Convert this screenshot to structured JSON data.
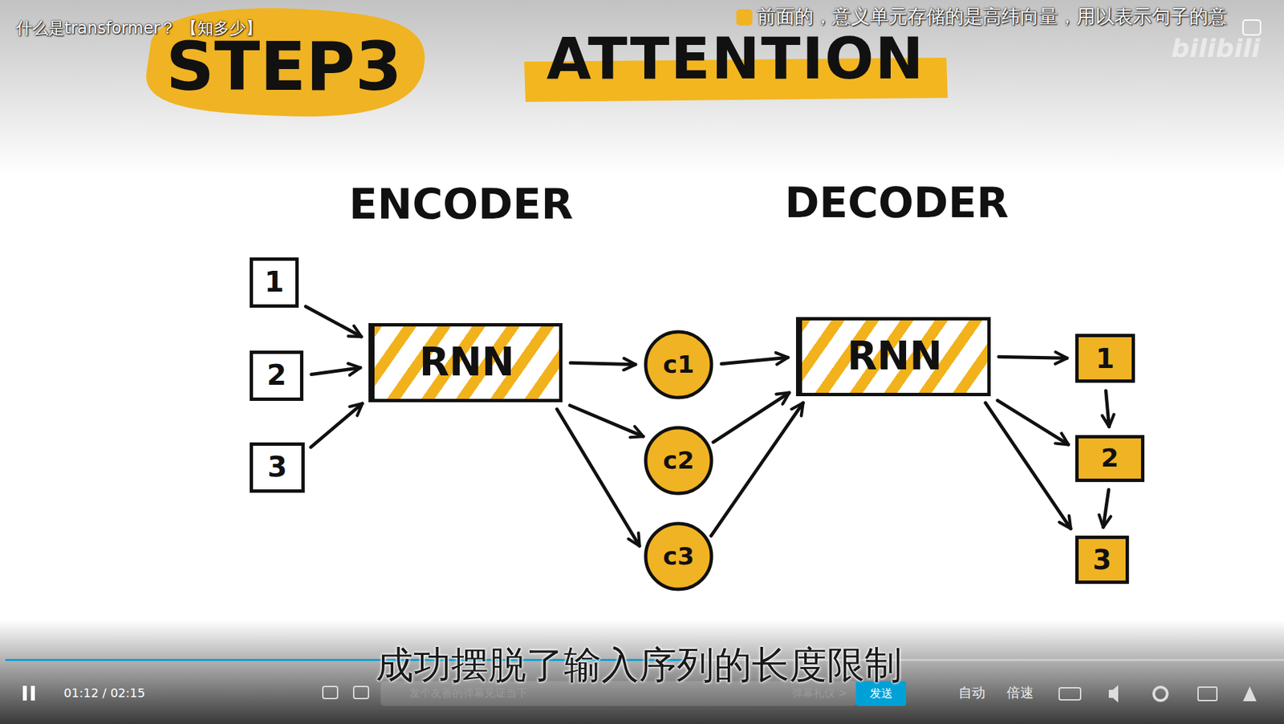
{
  "diagram": {
    "title": "ATTENTION",
    "caption": "成功摆脱了输入序列的长度限制",
    "nodes": [
      {
        "text": [
          "1"
        ]
      },
      {
        "text": [
          "2"
        ]
      },
      {
        "text": [
          "3"
        ]
      },
      {
        "text": [
          "RNN"
        ]
      },
      {
        "text": [
          "c1"
        ]
      },
      {
        "text": [
          "c2"
        ]
      },
      {
        "text": [
          "c3"
        ]
      },
      {
        "text": [
          "RNN"
        ]
      },
      {
        "text": [
          "1"
        ]
      },
      {
        "text": [
          "2"
        ]
      },
      {
        "text": [
          "3"
        ]
      }
    ],
    "edges": [
      {
        "from": 0,
        "to": 3,
        "arrow": "to"
      },
      {
        "from": 1,
        "to": 3,
        "arrow": "to"
      },
      {
        "from": 2,
        "to": 3,
        "arrow": "to"
      },
      {
        "from": 3,
        "to": 4,
        "arrow": "to"
      },
      {
        "from": 3,
        "to": 5,
        "arrow": "to"
      },
      {
        "from": 3,
        "to": 6,
        "arrow": "to"
      },
      {
        "from": 4,
        "to": 7,
        "arrow": "to"
      },
      {
        "from": 5,
        "to": 7,
        "arrow": "to"
      },
      {
        "from": 6,
        "to": 7,
        "arrow": "to"
      },
      {
        "from": 7,
        "to": 8,
        "arrow": "to"
      },
      {
        "from": 7,
        "to": 9,
        "arrow": "to"
      },
      {
        "from": 7,
        "to": 10,
        "arrow": "to"
      },
      {
        "from": 8,
        "to": 9,
        "arrow": "to"
      },
      {
        "from": 9,
        "to": 10,
        "arrow": "to"
      }
    ],
    "labels": [
      "什么是transformer？ 【知多少】",
      "前面的，意义单元存储的是高纬向量，用以表示句子的意",
      "bilibili",
      "STEP3",
      "ENCODER",
      "DECODER",
      "01:12 / 02:15",
      "发个友善的弹幕见证当下",
      "弹幕礼仪 >",
      "发送",
      "自动",
      "倍速"
    ]
  }
}
